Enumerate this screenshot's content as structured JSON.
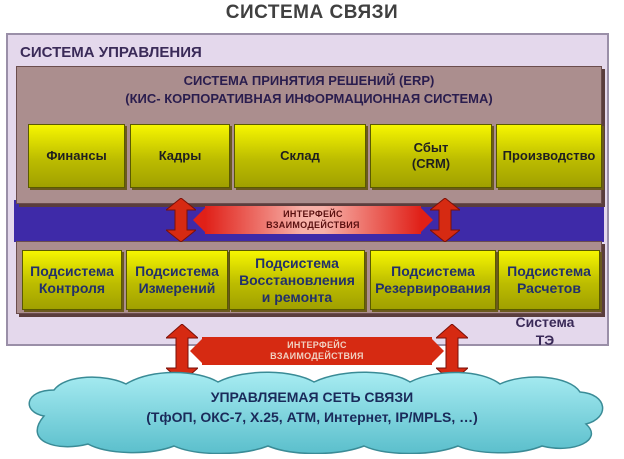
{
  "outer_title": "СИСТЕМА СВЯЗИ",
  "control_system_title": "СИСТЕМА УПРАВЛЕНИЯ",
  "erp": {
    "title_line1": "СИСТЕМА ПРИНЯТИЯ РЕШЕНИЙ (ERP)",
    "title_line2": "(КИС- КОРПОРАТИВНАЯ ИНФОРМАЦИОННАЯ СИСТЕМА)",
    "modules": [
      "Финансы",
      "Кадры",
      "Склад",
      "Сбыт\n(CRM)",
      "Производство"
    ]
  },
  "interface_label": "ИНТЕРФЕЙС\nВЗАИМОДЕЙСТВИЯ",
  "subsystems": [
    "Подсистема\nКонтроля",
    "Подсистема\nИзмерений",
    "Подсистема\nВосстановления\nи ремонта",
    "Подсистема\nРезервирования",
    "Подсистема\nРасчетов"
  ],
  "ta_system_label": "Система\nТЭ",
  "network": {
    "title": "УПРАВЛЯЕМАЯ СЕТЬ СВЯЗИ",
    "subtitle": "(ТфОП, ОКС-7, X.25, АТМ, Интернет, IP/MPLS, …)"
  },
  "colors": {
    "module_fill": "#d8d800",
    "section_fill": "#ab8e8e",
    "band_purple": "#3e2aa8",
    "arrow_red": "#d62a12",
    "cloud_fill": "#7fd3dc"
  }
}
